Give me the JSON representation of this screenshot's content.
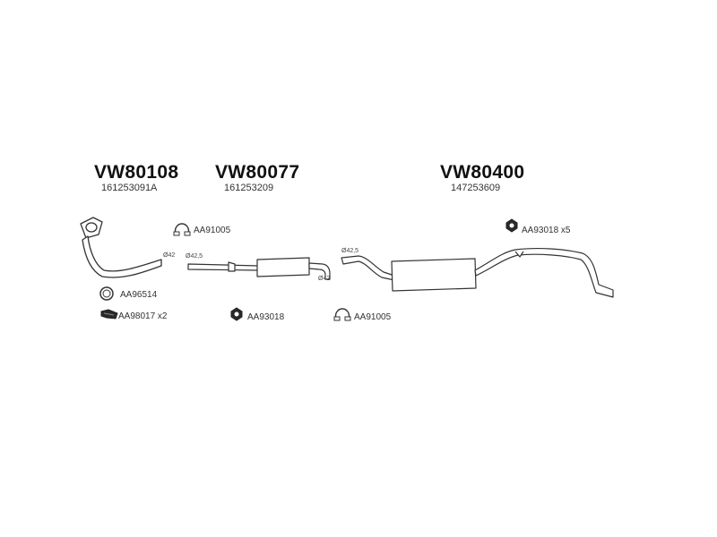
{
  "sections": [
    {
      "title": "VW80108",
      "code": "161253091A"
    },
    {
      "title": "VW80077",
      "code": "161253209"
    },
    {
      "title": "VW80400",
      "code": "147253609"
    }
  ],
  "hardware": {
    "clamp_1": "AA91005",
    "gasket": "AA96514",
    "hanger_set": "AA98017 x2",
    "mount_1": "AA93018",
    "clamp_2": "AA91005",
    "mount_set": "AA93018 x5"
  },
  "diameters": {
    "front_outlet": "Ø42",
    "middle_inlet": "Ø42,5",
    "middle_outlet": "Ø42",
    "rear_inlet": "Ø42,5"
  },
  "colors": {
    "line": "#333333",
    "fill": "#ffffff",
    "dark": "#2a2a2a"
  }
}
